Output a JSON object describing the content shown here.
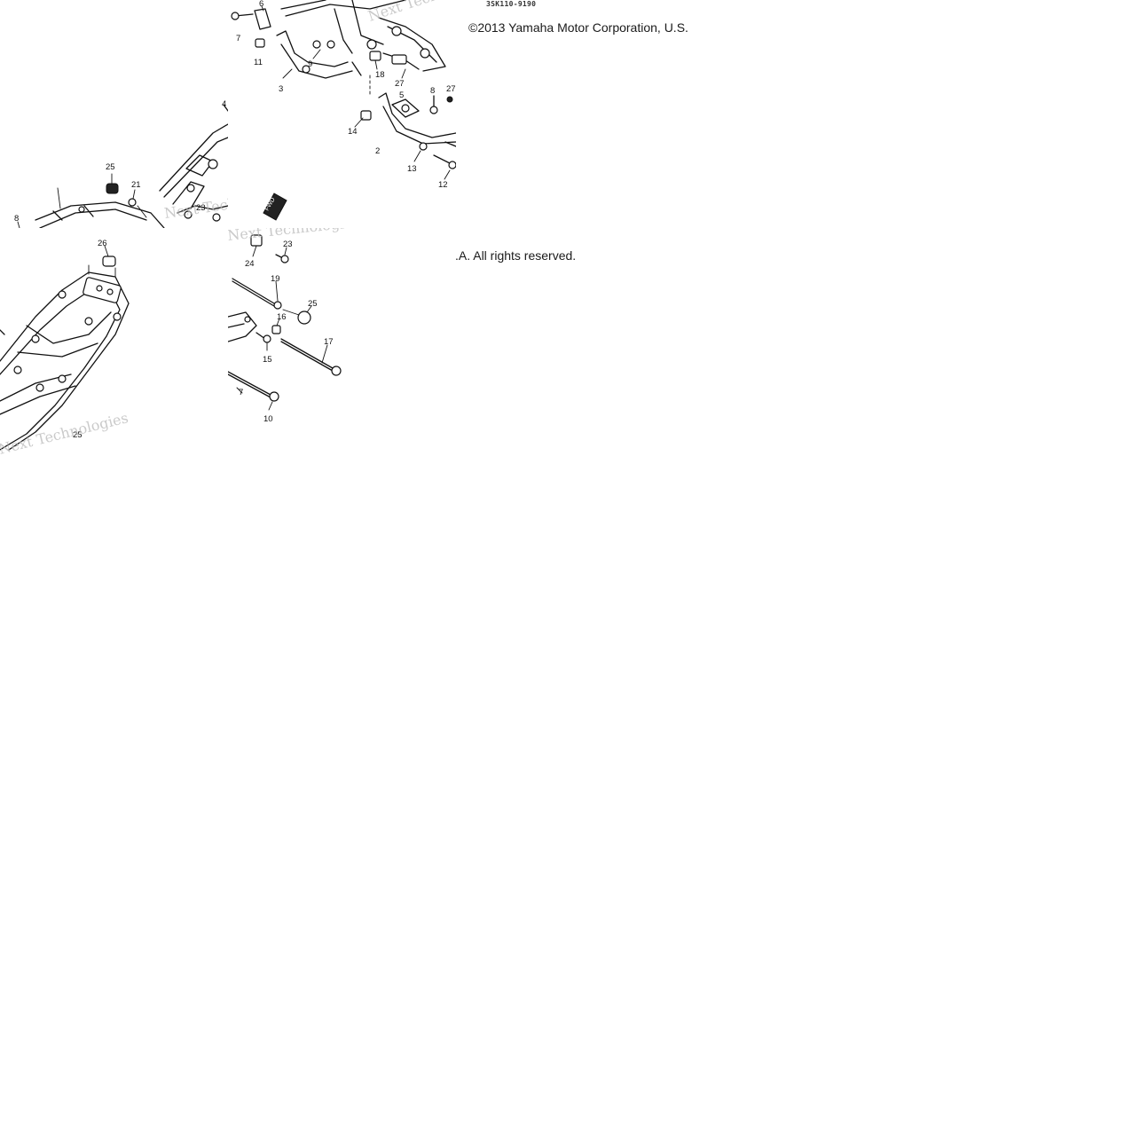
{
  "diagram": {
    "ref_code": "3SK110-9190",
    "copyright": "©2013 Yamaha Motor Corporation, U.S.",
    "rights": ".A. All rights reserved.",
    "watermark": "Next Technologies",
    "tile_top_right": {
      "labels": [
        "6",
        "7",
        "11",
        "9",
        "3",
        "18",
        "27",
        "5",
        "8",
        "27",
        "14",
        "2",
        "13",
        "12"
      ]
    },
    "tile_mid_left": {
      "labels": [
        "4",
        "25",
        "21",
        "8",
        "23"
      ]
    },
    "tile_bottom_left": {
      "labels": [
        "26",
        "25"
      ]
    },
    "tile_bottom_mid": {
      "labels": [
        "23",
        "24",
        "19",
        "25",
        "16",
        "15",
        "17",
        "7",
        "10"
      ]
    },
    "fwd_label": "FWD"
  }
}
